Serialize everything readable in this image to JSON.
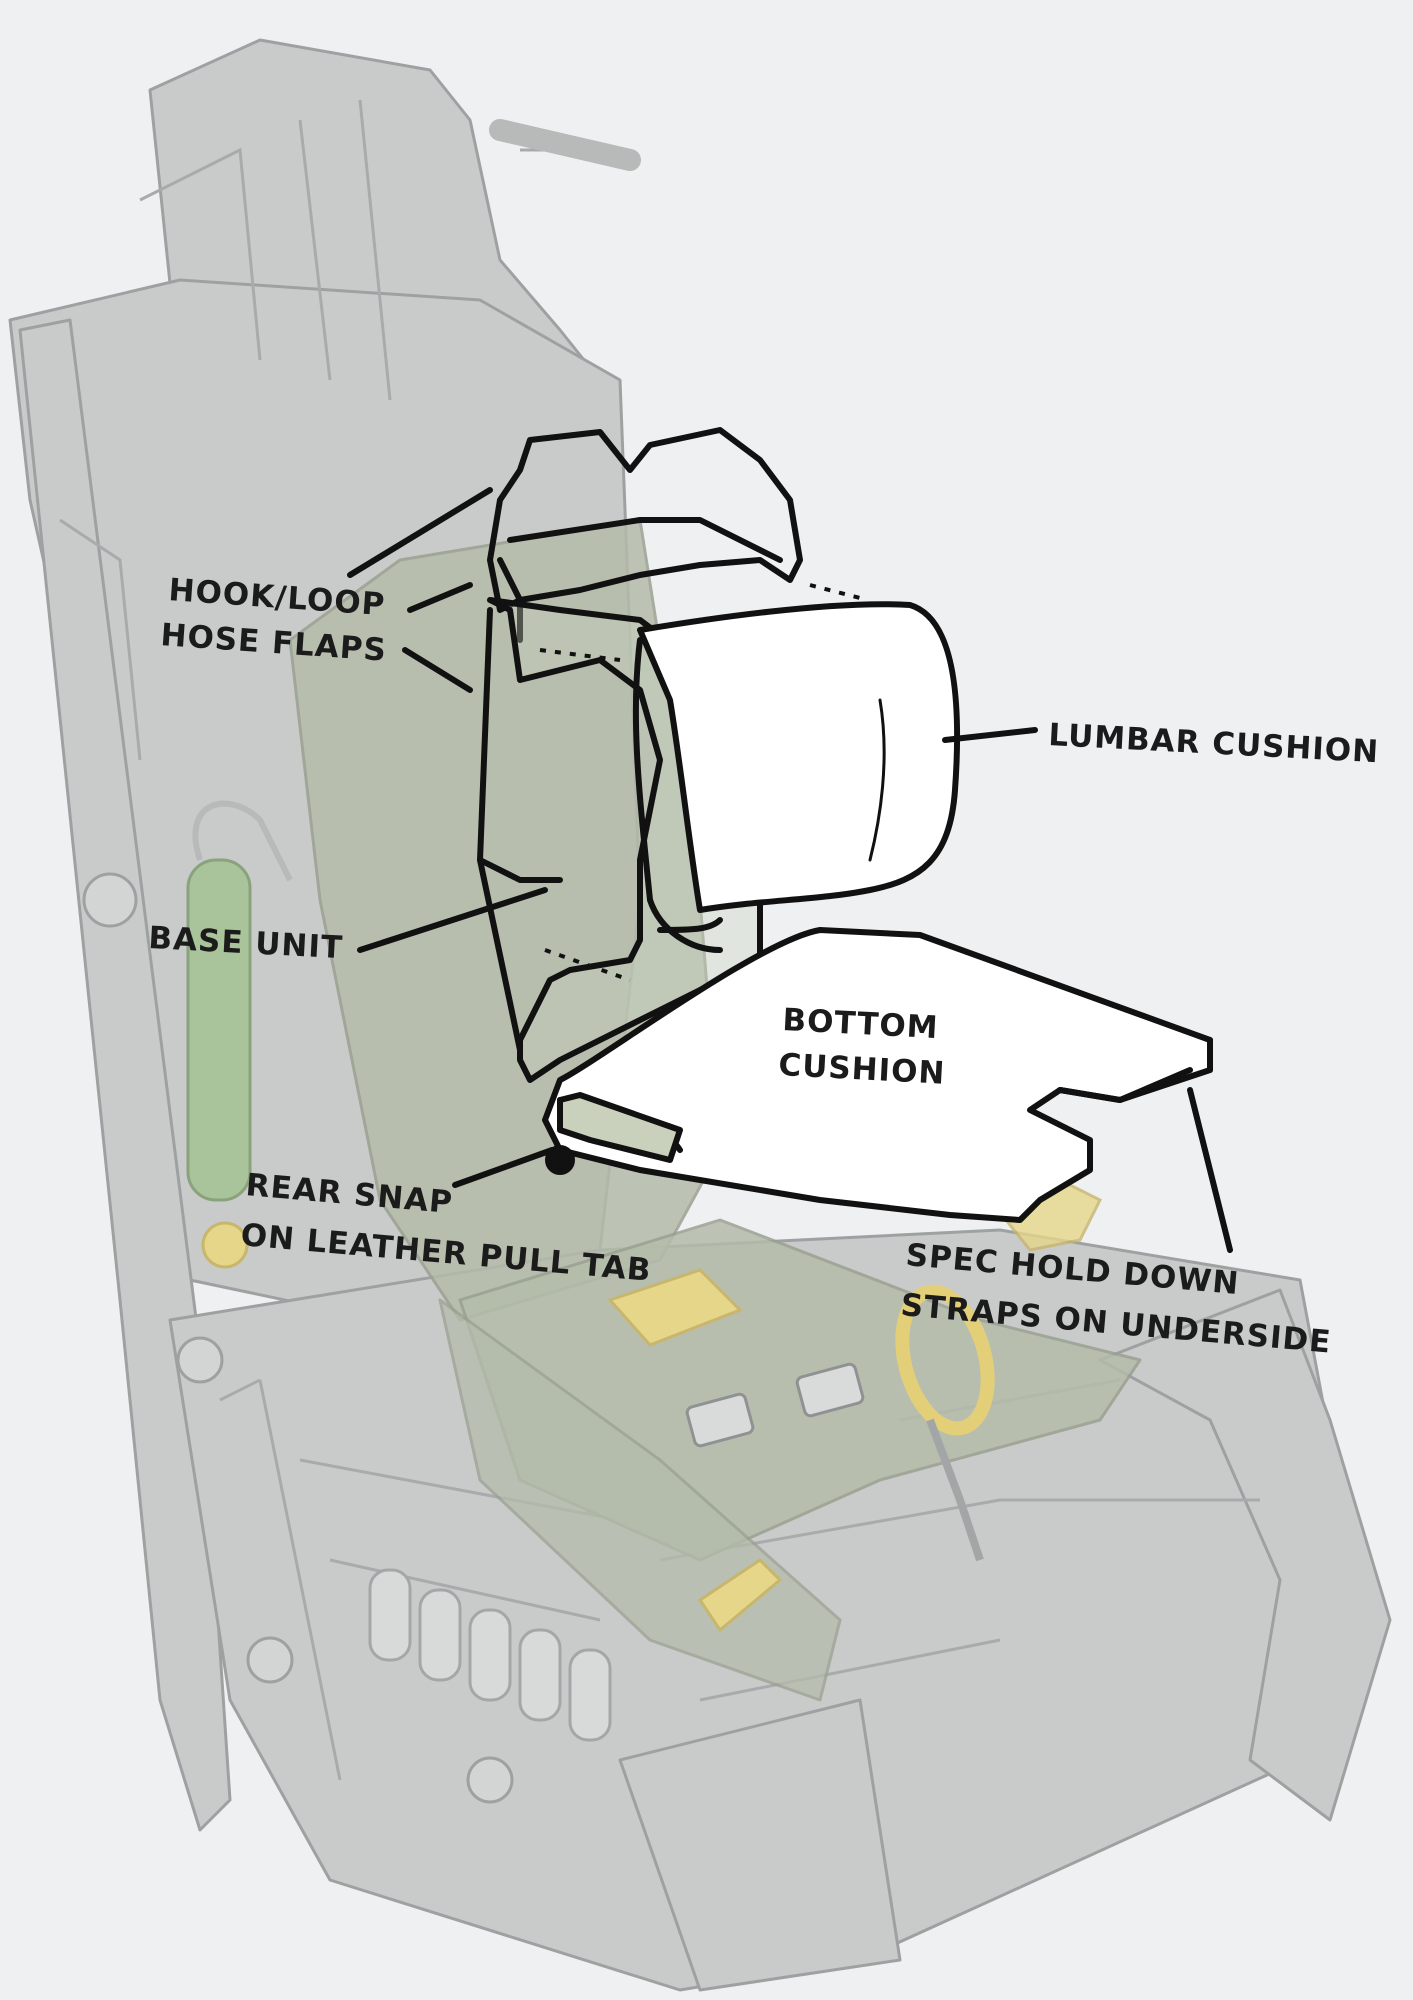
{
  "diagram": {
    "subject": "ejection seat cushion kit",
    "colors": {
      "background": "#eef0f2",
      "seat_frame": "#c9cbcb",
      "seat_frame_stroke": "#9ea1a2",
      "seat_pad": "#b4bcaa",
      "oxygen_bottle": "#a9c49a",
      "harness_yellow": "#e6d68a",
      "cushion_fill": "#ffffff",
      "outline": "#111111"
    },
    "labels": {
      "hook_loop": [
        "HOOK/LOOP",
        "HOSE FLAPS"
      ],
      "lumbar": [
        "LUMBAR CUSHION"
      ],
      "base_unit": [
        "BASE UNIT"
      ],
      "bottom_cushion": [
        "BOTTOM",
        "CUSHION"
      ],
      "rear_snap": [
        "REAR SNAP",
        "ON LEATHER PULL TAB"
      ],
      "spec_hold": [
        "SPEC HOLD DOWN",
        "STRAPS ON UNDERSIDE"
      ]
    }
  }
}
